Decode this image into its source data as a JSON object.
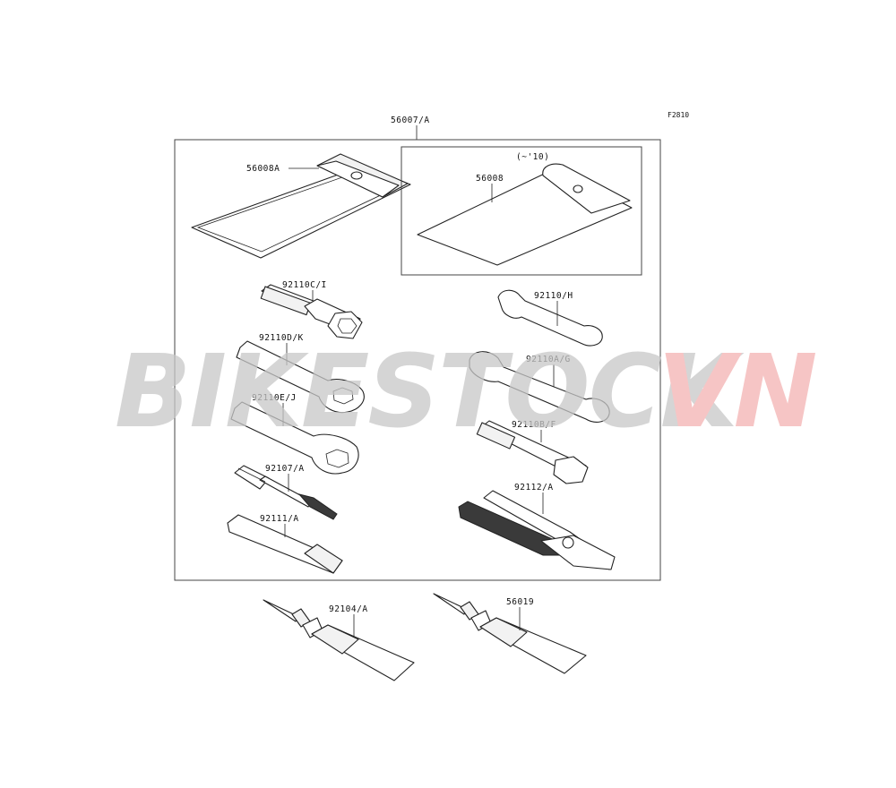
{
  "figure_code": "F2810",
  "watermark": {
    "part1": "BIKESTOCK",
    "part2": "VN",
    "color1": "#c8c8c8",
    "color2": "#f3b2b2"
  },
  "labels": {
    "kit": "56007/A",
    "bag_a": "56008A",
    "inset_note": "(~'10)",
    "bag": "56008",
    "box_wrench": "92110C/I",
    "wrench_dk": "92110D/K",
    "wrench_ej": "92110E/J",
    "screwdriver": "92107/A",
    "handle": "92111/A",
    "spanner_h": "92110/H",
    "spanner_ag": "92110A/G",
    "box_wrench_bf": "92110B/F",
    "pliers": "92112/A",
    "tube_1": "92104/A",
    "tube_2": "56019"
  }
}
